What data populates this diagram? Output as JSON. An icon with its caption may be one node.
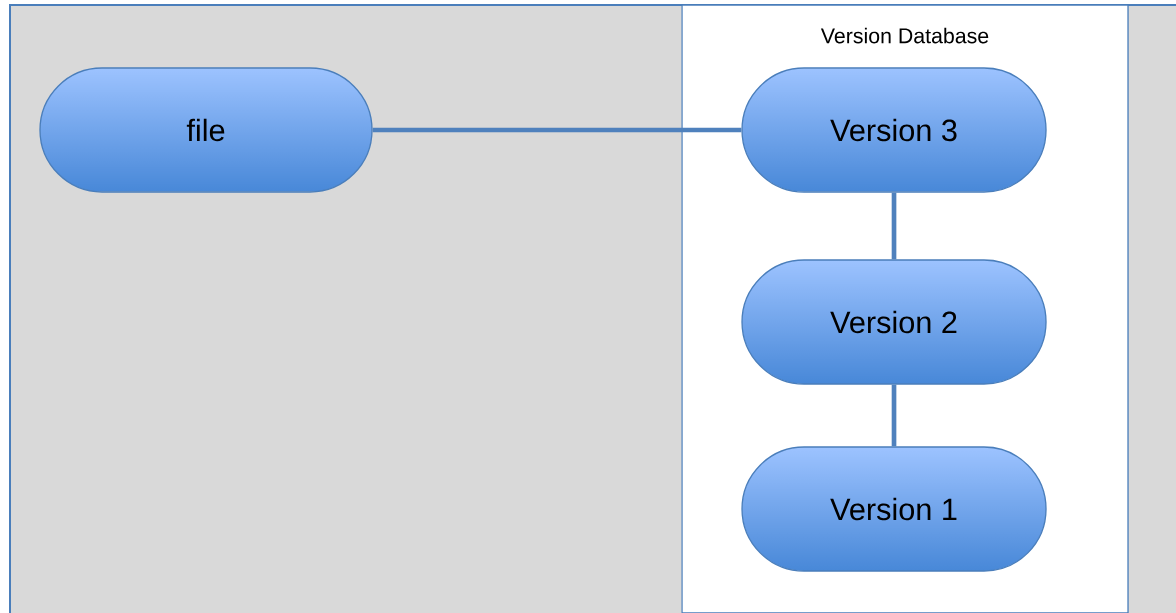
{
  "diagram": {
    "nodes": [
      {
        "text": [
          "Version Database"
        ]
      },
      {
        "text": [
          "file"
        ]
      },
      {
        "text": [
          "Version 3"
        ],
        "in": 0
      },
      {
        "text": [
          "Version 2"
        ],
        "in": 0
      },
      {
        "text": [
          "Version 1"
        ],
        "in": 0
      }
    ],
    "edges": [
      {
        "from": 1,
        "to": 2,
        "arrow": "none"
      },
      {
        "from": 2,
        "to": 3,
        "arrow": "none"
      },
      {
        "from": 3,
        "to": 4,
        "arrow": "none"
      }
    ]
  }
}
